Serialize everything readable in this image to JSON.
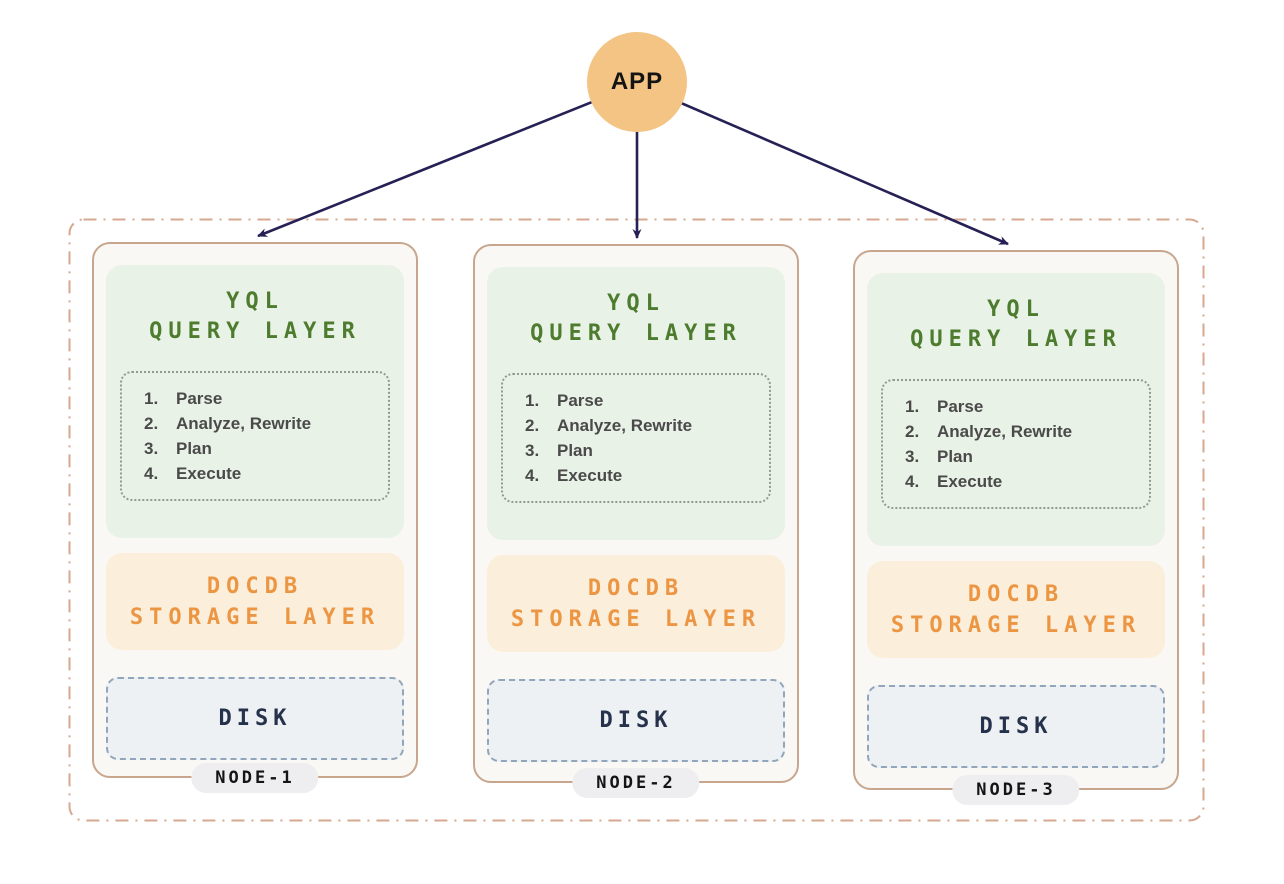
{
  "app": {
    "label": "APP"
  },
  "colors": {
    "app_circle_bg": "#F3C484",
    "arrow": "#262155",
    "cluster_border": "#D5A88F",
    "card_bg": "#FAF8F4",
    "card_border": "#C8A68E",
    "query_layer_bg": "#E9F2E6",
    "query_layer_text": "#4D7C2F",
    "steps_text": "#4A4A4A",
    "storage_layer_bg": "#FBEFDC",
    "storage_layer_text": "#EC9643",
    "disk_bg": "#EDF1F4",
    "disk_border": "#91A6BA",
    "disk_text": "#26324B",
    "node_pill_bg": "#EEEEF0"
  },
  "cluster": {
    "nodes": [
      {
        "query_layer": {
          "title_lines": [
            "YQL",
            "QUERY LAYER"
          ],
          "steps": [
            {
              "num": "1.",
              "label": "Parse"
            },
            {
              "num": "2.",
              "label": "Analyze, Rewrite"
            },
            {
              "num": "3.",
              "label": "Plan"
            },
            {
              "num": "4.",
              "label": "Execute"
            }
          ]
        },
        "storage_layer": {
          "title_lines": [
            "DOCDB",
            "STORAGE LAYER"
          ]
        },
        "disk": {
          "label": "DISK"
        },
        "node_label": "NODE-1"
      },
      {
        "query_layer": {
          "title_lines": [
            "YQL",
            "QUERY LAYER"
          ],
          "steps": [
            {
              "num": "1.",
              "label": "Parse"
            },
            {
              "num": "2.",
              "label": "Analyze, Rewrite"
            },
            {
              "num": "3.",
              "label": "Plan"
            },
            {
              "num": "4.",
              "label": "Execute"
            }
          ]
        },
        "storage_layer": {
          "title_lines": [
            "DOCDB",
            "STORAGE LAYER"
          ]
        },
        "disk": {
          "label": "DISK"
        },
        "node_label": "NODE-2"
      },
      {
        "query_layer": {
          "title_lines": [
            "YQL",
            "QUERY LAYER"
          ],
          "steps": [
            {
              "num": "1.",
              "label": "Parse"
            },
            {
              "num": "2.",
              "label": "Analyze, Rewrite"
            },
            {
              "num": "3.",
              "label": "Plan"
            },
            {
              "num": "4.",
              "label": "Execute"
            }
          ]
        },
        "storage_layer": {
          "title_lines": [
            "DOCDB",
            "STORAGE LAYER"
          ]
        },
        "disk": {
          "label": "DISK"
        },
        "node_label": "NODE-3"
      }
    ]
  }
}
